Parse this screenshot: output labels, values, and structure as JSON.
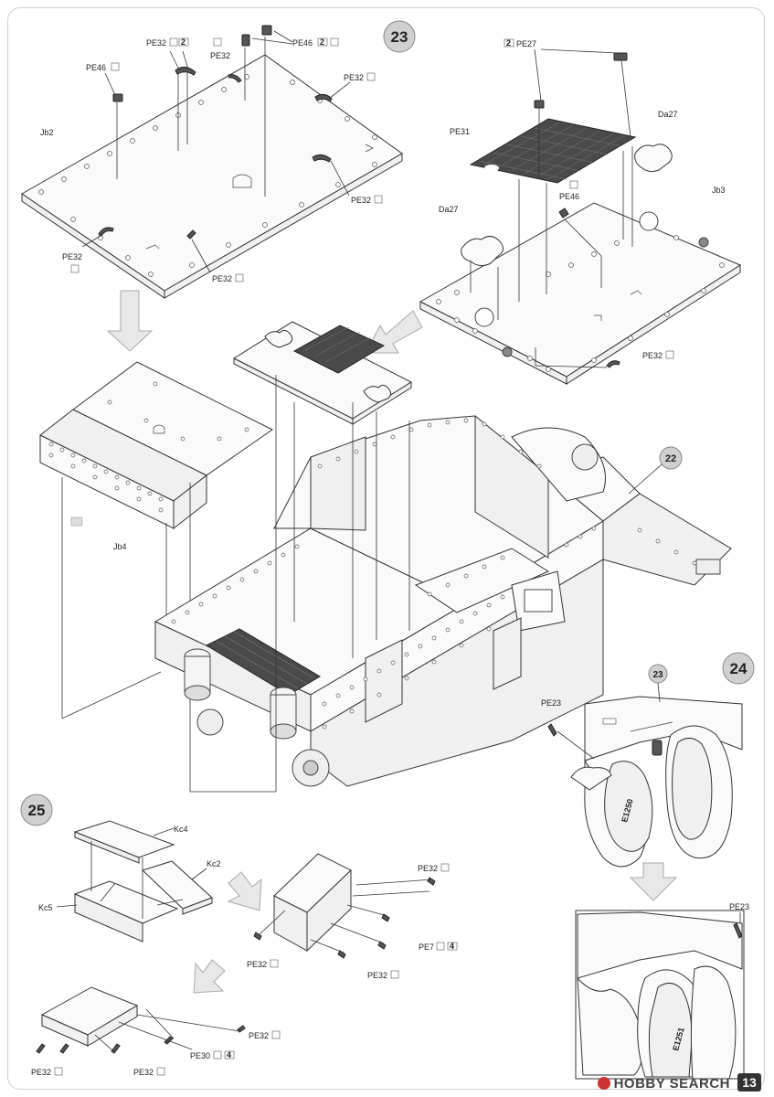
{
  "steps": {
    "s22": "22",
    "s23": "23",
    "s23_ref": "23",
    "s24": "24",
    "s25": "25"
  },
  "labels": {
    "pe32_a": "PE32",
    "pe46_a": "PE46",
    "pe46_b": "PE46",
    "pe32_b": "PE32",
    "pe32_c": "PE32",
    "pe32_d": "PE32",
    "pe32_e": "PE32",
    "pe32_f": "PE32",
    "jb2": "Jb2",
    "jb3": "Jb3",
    "jb4": "Jb4",
    "pe27": "PE27",
    "pe31": "PE31",
    "da27_a": "Da27",
    "da27_b": "Da27",
    "pe46_c": "PE46",
    "pe32_g": "PE32",
    "pe23_a": "PE23",
    "pe23_b": "PE23",
    "kc4": "Kc4",
    "kc2": "Kc2",
    "kc5": "Kc5",
    "pe32_h": "PE32",
    "pe7": "PE7",
    "pe32_i": "PE32",
    "pe32_j": "PE32",
    "pe32_k": "PE32",
    "pe30": "PE30",
    "pe32_l": "PE32",
    "pe32_m": "PE32"
  },
  "multipliers": {
    "x2_a": "2",
    "x2_b": "2",
    "x2_c": "2",
    "x4_a": "4",
    "x4_b": "4"
  },
  "wheel_marks": {
    "e_a": "E1250",
    "e_b": "E1251"
  },
  "footer": {
    "brand": "HOBBY SEARCH",
    "page": "13"
  }
}
